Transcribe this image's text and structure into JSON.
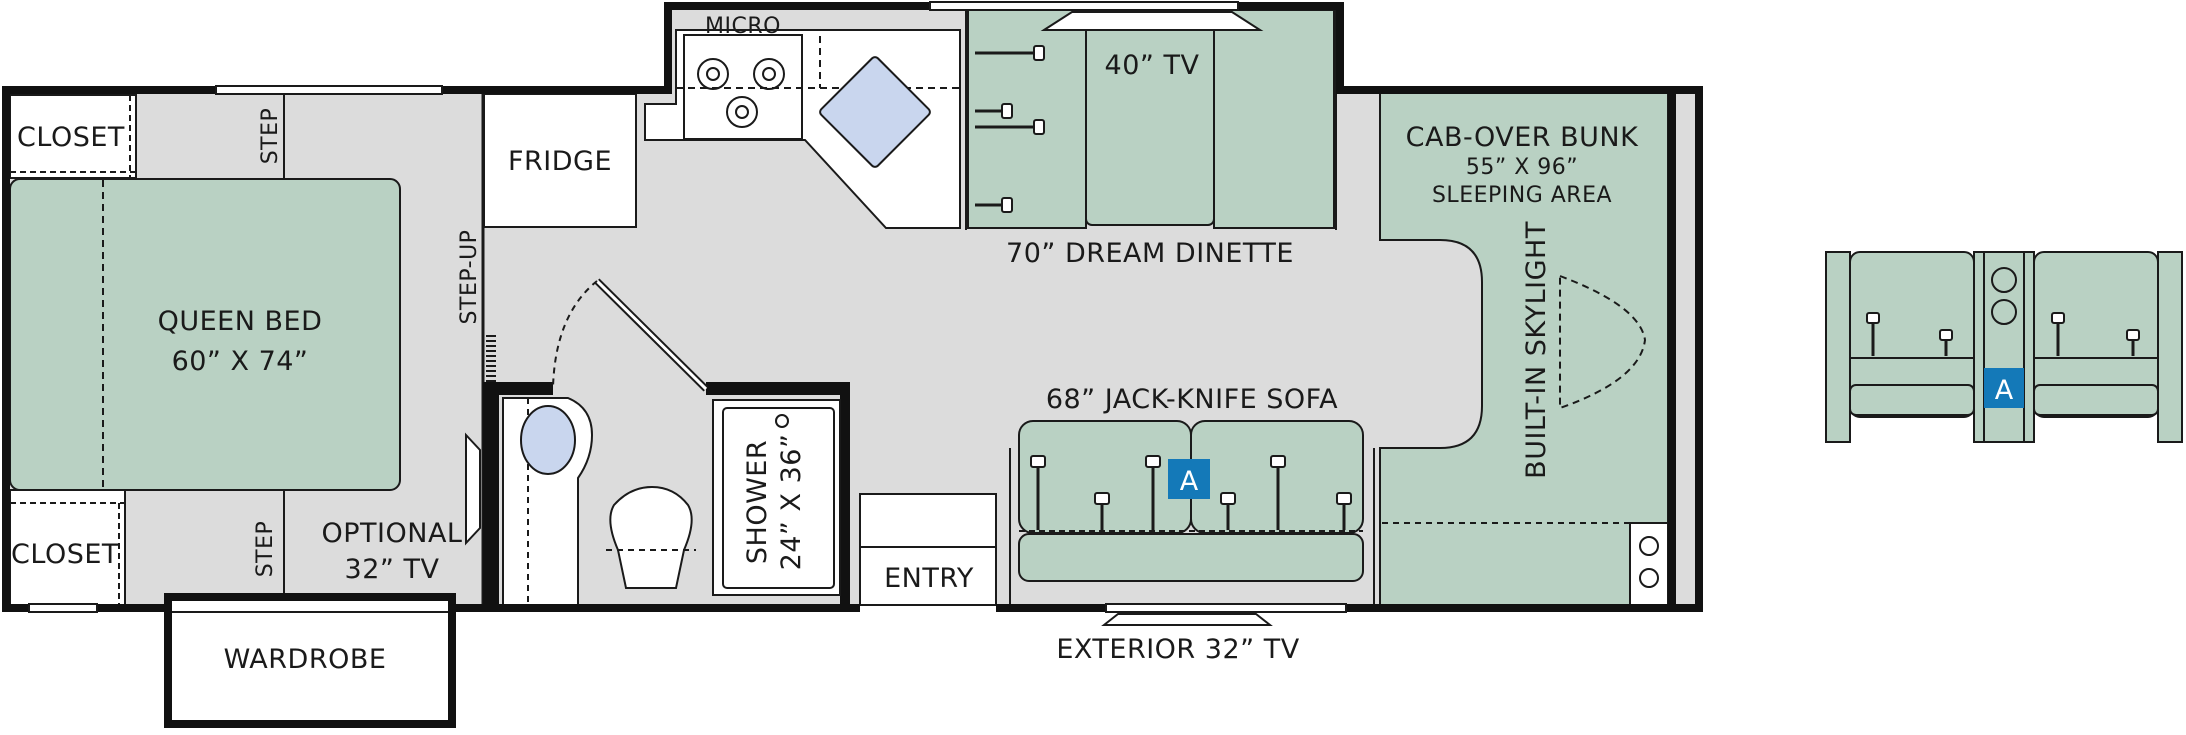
{
  "colors": {
    "wall": "#111111",
    "floor": "#dcdcdc",
    "fixture": "#b9d1c3",
    "fixture_stroke": "#1a1a1a",
    "glass": "#c9d6ee",
    "badge": "#1479b8",
    "badge_text": "#ffffff",
    "white": "#ffffff"
  },
  "labels": {
    "micro": "MICRO",
    "closet_top": "CLOSET",
    "closet_bottom": "CLOSET",
    "step_top": "STEP",
    "step_bottom": "STEP",
    "step_up": "STEP-UP",
    "fridge": "FRIDGE",
    "tv_40": "40” TV",
    "dinette": "70” DREAM DINETTE",
    "bunk_title": "CAB-OVER BUNK",
    "bunk_size": "55” X 96”",
    "bunk_area": "SLEEPING AREA",
    "skylight": "BUILT-IN SKYLIGHT",
    "bed_title": "QUEEN BED",
    "bed_size": "60” X 74”",
    "optional_tv_1": "OPTIONAL",
    "optional_tv_2": "32” TV",
    "shower_1": "SHOWER",
    "shower_2": "24” X 36”",
    "sofa": "68” JACK-KNIFE SOFA",
    "entry": "ENTRY",
    "wardrobe": "WARDROBE",
    "exterior_tv": "EXTERIOR 32” TV"
  },
  "badges": {
    "sofa": "A",
    "detail": "A"
  }
}
